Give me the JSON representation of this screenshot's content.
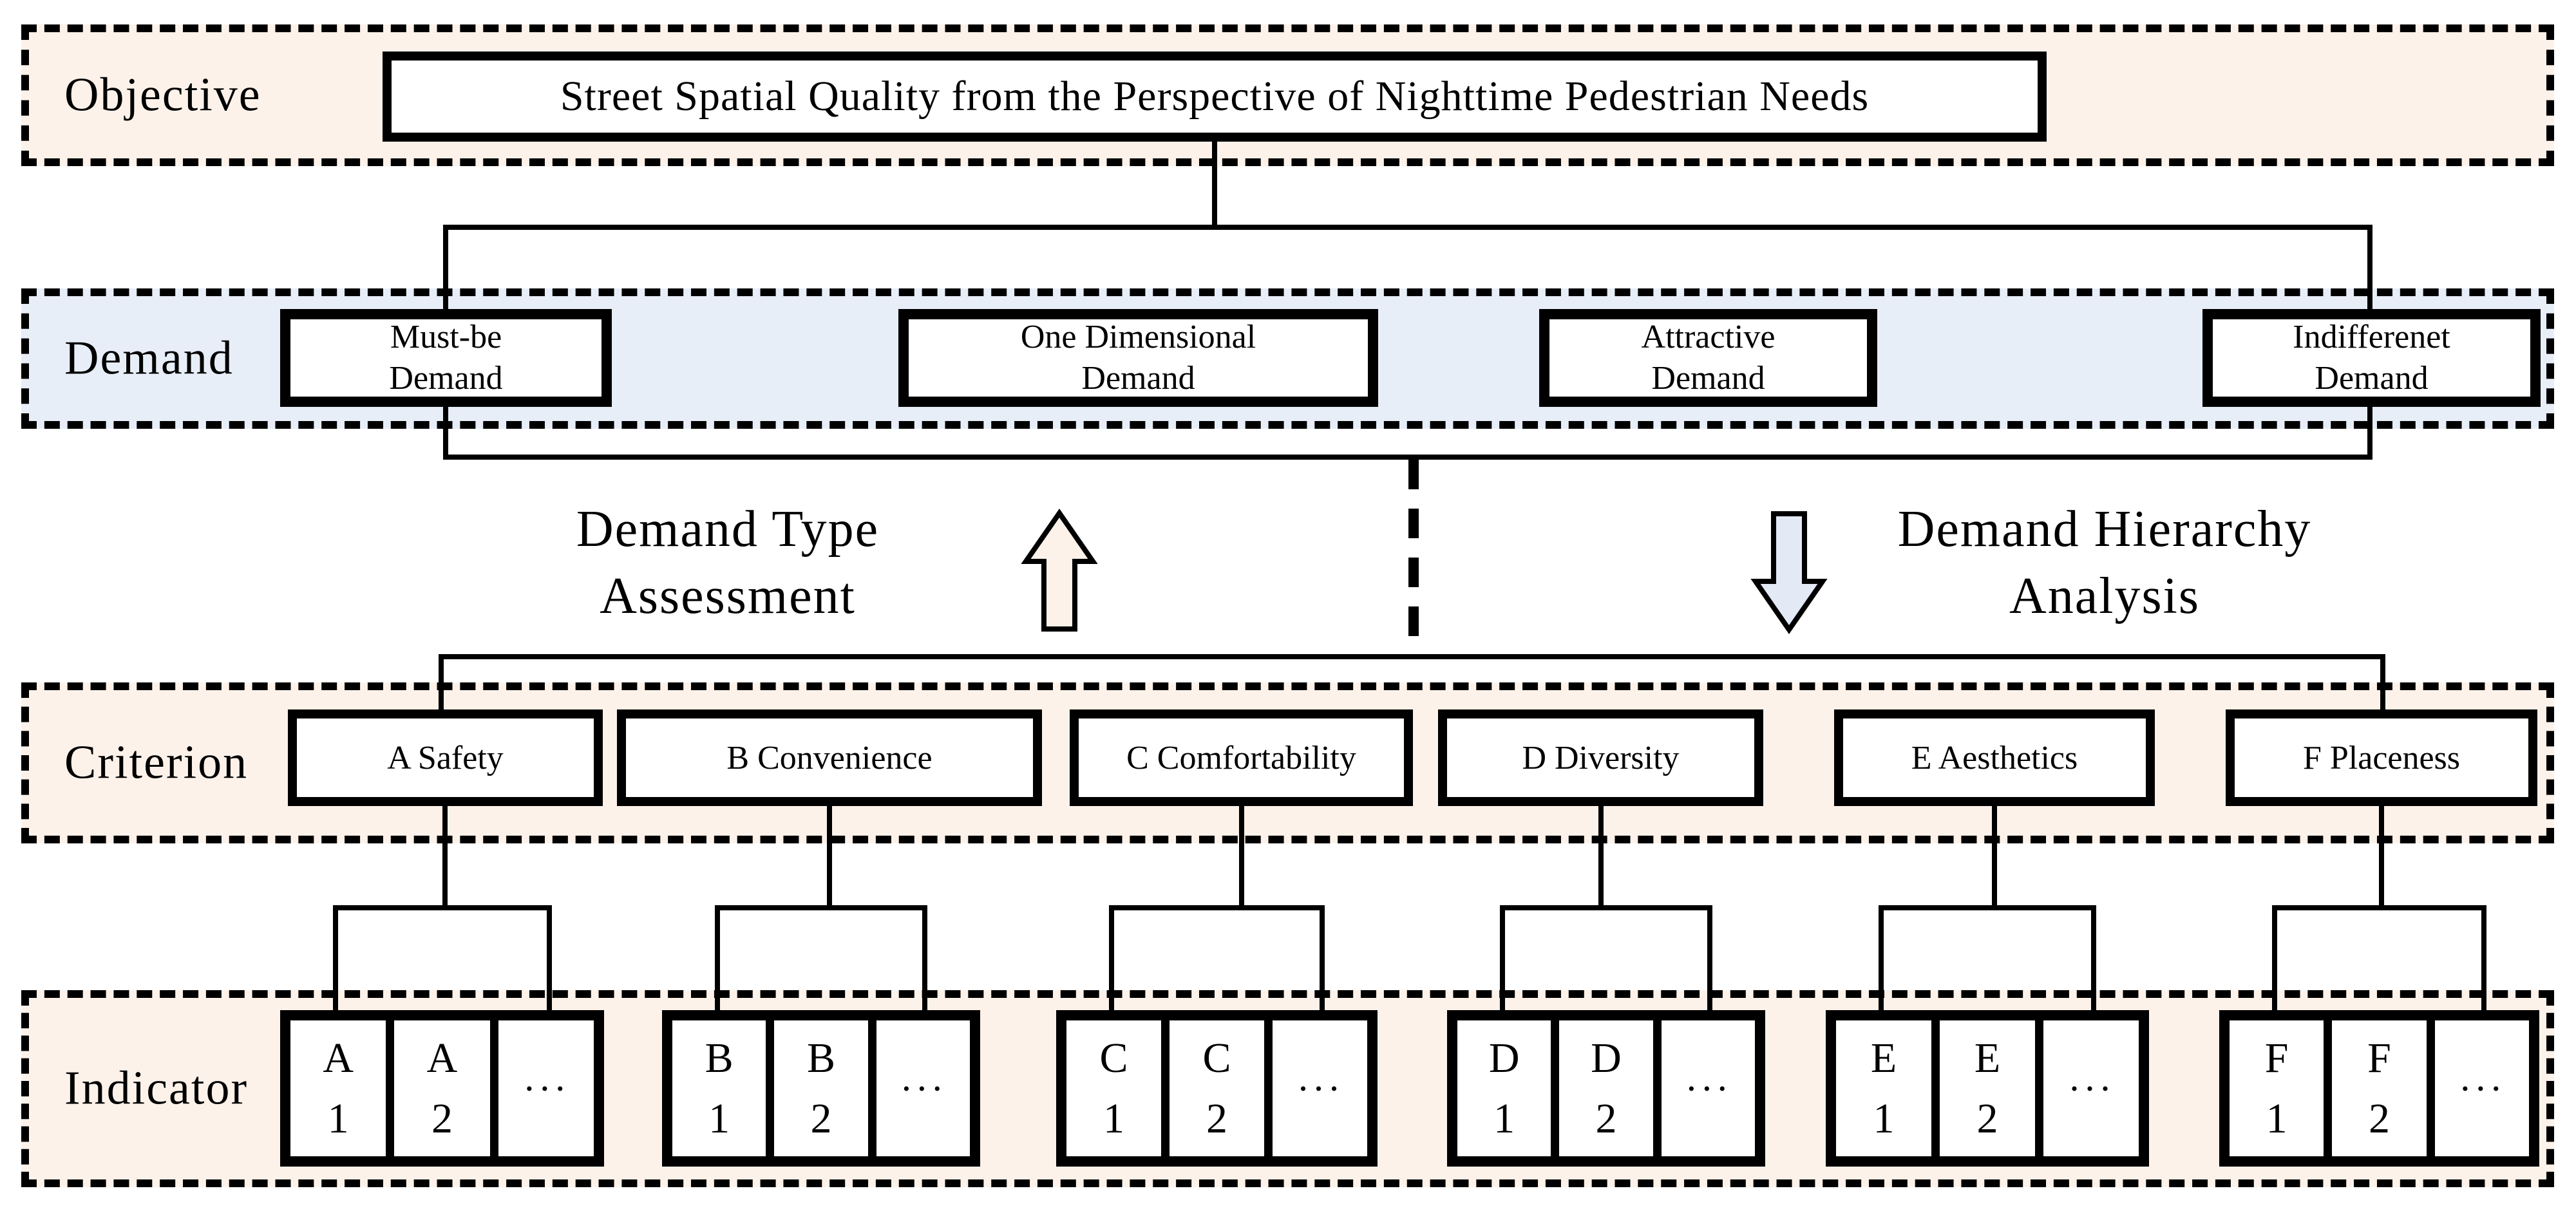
{
  "colors": {
    "band_warm": "#fdf2ea",
    "band_cool": "#e8eef8",
    "arrow_up_fill": "#fdf2e9",
    "arrow_down_fill": "#e3eaf6",
    "line": "#000000",
    "box_bg": "#ffffff"
  },
  "objective": {
    "label": "Objective",
    "title": "Street Spatial Quality from the Perspective of Nighttime Pedestrian Needs"
  },
  "demand": {
    "label": "Demand",
    "boxes": [
      {
        "line1": "Must-be",
        "line2": "Demand"
      },
      {
        "line1": "One Dimensional",
        "line2": "Demand"
      },
      {
        "line1": "Attractive",
        "line2": "Demand"
      },
      {
        "line1": "Indifferenet",
        "line2": "Demand"
      }
    ]
  },
  "process": {
    "left": {
      "line1": "Demand Type",
      "line2": "Assessment",
      "icon": "block-arrow-up"
    },
    "right": {
      "line1": "Demand Hierarchy",
      "line2": "Analysis",
      "icon": "block-arrow-down"
    }
  },
  "criterion": {
    "label": "Criterion",
    "boxes": [
      {
        "text": "A Safety"
      },
      {
        "text": "B Convenience"
      },
      {
        "text": "C Comfortability"
      },
      {
        "text": "D Diversity"
      },
      {
        "text": "E Aesthetics"
      },
      {
        "text": "F Placeness"
      }
    ]
  },
  "indicator": {
    "label": "Indicator",
    "groups": [
      {
        "c1a": "A",
        "c1b": "1",
        "c2a": "A",
        "c2b": "2",
        "more": "···"
      },
      {
        "c1a": "B",
        "c1b": "1",
        "c2a": "B",
        "c2b": "2",
        "more": "···"
      },
      {
        "c1a": "C",
        "c1b": "1",
        "c2a": "C",
        "c2b": "2",
        "more": "···"
      },
      {
        "c1a": "D",
        "c1b": "1",
        "c2a": "D",
        "c2b": "2",
        "more": "···"
      },
      {
        "c1a": "E",
        "c1b": "1",
        "c2a": "E",
        "c2b": "2",
        "more": "···"
      },
      {
        "c1a": "F",
        "c1b": "1",
        "c2a": "F",
        "c2b": "2",
        "more": "···"
      }
    ]
  }
}
